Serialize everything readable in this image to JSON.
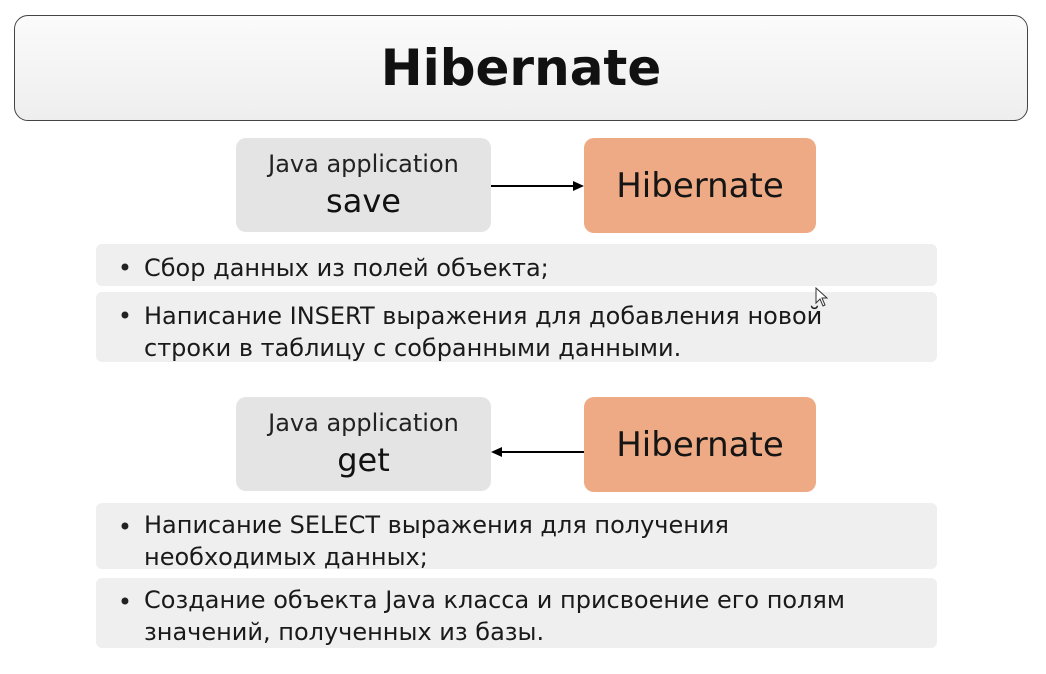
{
  "title": "Hibernate",
  "section_save": {
    "java_label": "Java application",
    "java_action": "save",
    "hibernate_label": "Hibernate",
    "bullets": [
      "Сбор данных из полей объекта;",
      "Написание INSERT выражения для добавления новой строки в таблицу с собранными данными."
    ]
  },
  "section_get": {
    "java_label": "Java application",
    "java_action": "get",
    "hibernate_label": "Hibernate",
    "bullets": [
      "Написание SELECT выражения для получения необходимых данных;",
      "Создание объекта Java класса и присвоение его полям значений, полученных из базы."
    ]
  },
  "bullet_symbol": "•",
  "colors": {
    "java_box": "#e4e4e4",
    "hibernate_box": "#eeaa84",
    "bullet_box": "#efefef"
  },
  "icons": {
    "arrow_save": "arrow-right-icon",
    "arrow_get": "arrow-left-icon",
    "cursor": "mouse-pointer-icon"
  }
}
